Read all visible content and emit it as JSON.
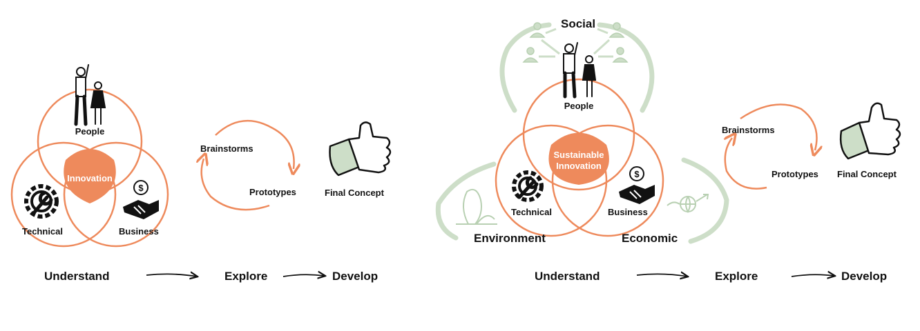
{
  "colors": {
    "orange": "#ee8a5c",
    "green": "#cddec8",
    "green_stroke": "#b8d0b2",
    "ink": "#111111"
  },
  "left": {
    "people": "People",
    "technical": "Technical",
    "business": "Business",
    "core": "Innovation",
    "brainstorms": "Brainstorms",
    "prototypes": "Prototypes",
    "final": "Final Concept",
    "stages": [
      "Understand",
      "Explore",
      "Develop"
    ]
  },
  "right": {
    "social": "Social",
    "people": "People",
    "technical": "Technical",
    "business": "Business",
    "environment": "Environment",
    "economic": "Economic",
    "core_line1": "Sustainable",
    "core_line2": "Innovation",
    "brainstorms": "Brainstorms",
    "prototypes": "Prototypes",
    "final": "Final Concept",
    "stages": [
      "Understand",
      "Explore",
      "Develop"
    ]
  },
  "icons": [
    "people-icon",
    "gear-wrench-icon",
    "handshake-dollar-icon",
    "thumbs-up-icon",
    "person-network-icon",
    "plant-icon",
    "globe-growth-icon"
  ]
}
